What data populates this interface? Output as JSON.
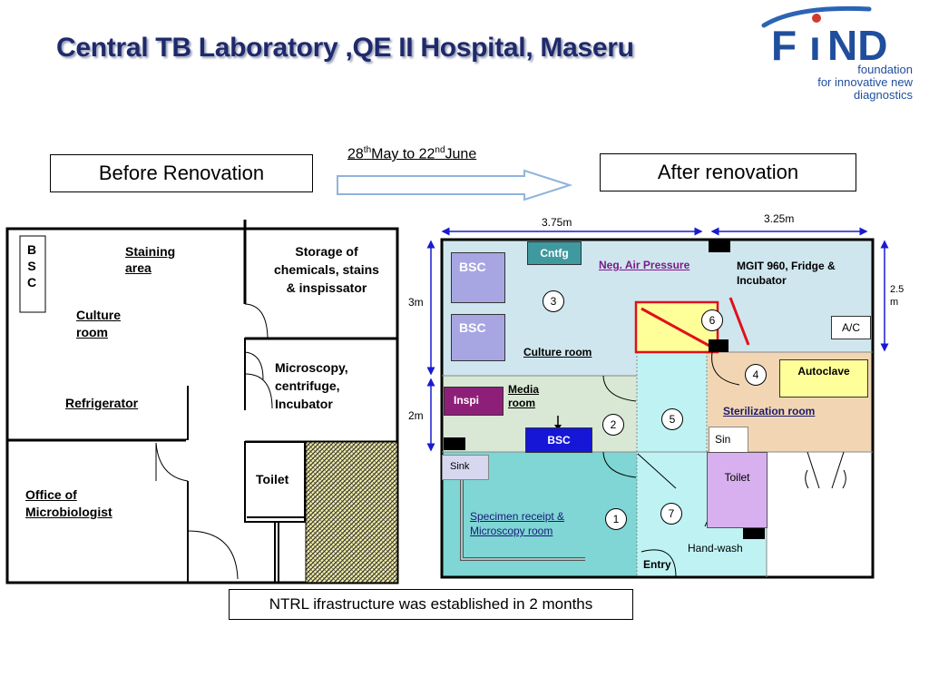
{
  "title": "Central TB Laboratory ,QE II Hospital, Maseru",
  "logo": {
    "word": "FiND",
    "line1": "foundation",
    "line2": "for innovative new diagnostics"
  },
  "before_label": "Before Renovation",
  "after_label": "After renovation",
  "date": {
    "d1": "28",
    "s1": "th",
    "m1": "May to 22",
    "s2": "nd",
    "m2": "June"
  },
  "note": "NTRL  ifrastructure was established in 2 months",
  "before": {
    "bsc": [
      "B",
      "S",
      "C"
    ],
    "staining": "Staining area",
    "culture": "Culture room",
    "refrigerator": "Refrigerator",
    "office": "Office of Microbiologist",
    "storage": "Storage of chemicals, stains & inspissator",
    "microscopy": "Microscopy, centrifuge, Incubator",
    "toilet": "Toilet"
  },
  "after": {
    "dim_375": "3.75m",
    "dim_325": "3.25m",
    "dim_3m": "3m",
    "dim_2m": "2m",
    "dim_25": "2.5",
    "dim_25m": "m",
    "bsc1": "BSC",
    "bsc2": "BSC",
    "bsc3": "BSC",
    "cntfg": "Cntfg",
    "neg_air": "Neg. Air Pressure",
    "mgit": "MGIT 960,   Fridge & Incubator",
    "ac": "A/C",
    "culture_room": "Culture room",
    "autoclave": "Autoclave",
    "inspi": "Inspi",
    "media_room": "Media room",
    "sterilization": "Sterilization room",
    "sin": "Sin",
    "sink": "Sink",
    "toilet": "Toilet",
    "specimen": "Specimen receipt & Microscopy room",
    "hand_wash": "Hand-wash",
    "entry": "Entry",
    "n1": "1",
    "n2": "2",
    "n3": "3",
    "n4": "4",
    "n5": "5",
    "n6": "6",
    "n7": "7"
  },
  "colors": {
    "title": "#1f2a6b",
    "culture_bg": "#cfe6ee",
    "media_bg": "#d8e8d4",
    "specimen_bg": "#7fd6d4",
    "corridor_bg": "#bff3f3",
    "steril_bg": "#f2d6b4",
    "bsc": "#a7a6e3",
    "cntfg": "#3f9aa0",
    "inspi": "#8e1f78",
    "bsc_blue": "#1616d6",
    "autoclave": "#ffff99",
    "toilet": "#d8b0f0"
  }
}
